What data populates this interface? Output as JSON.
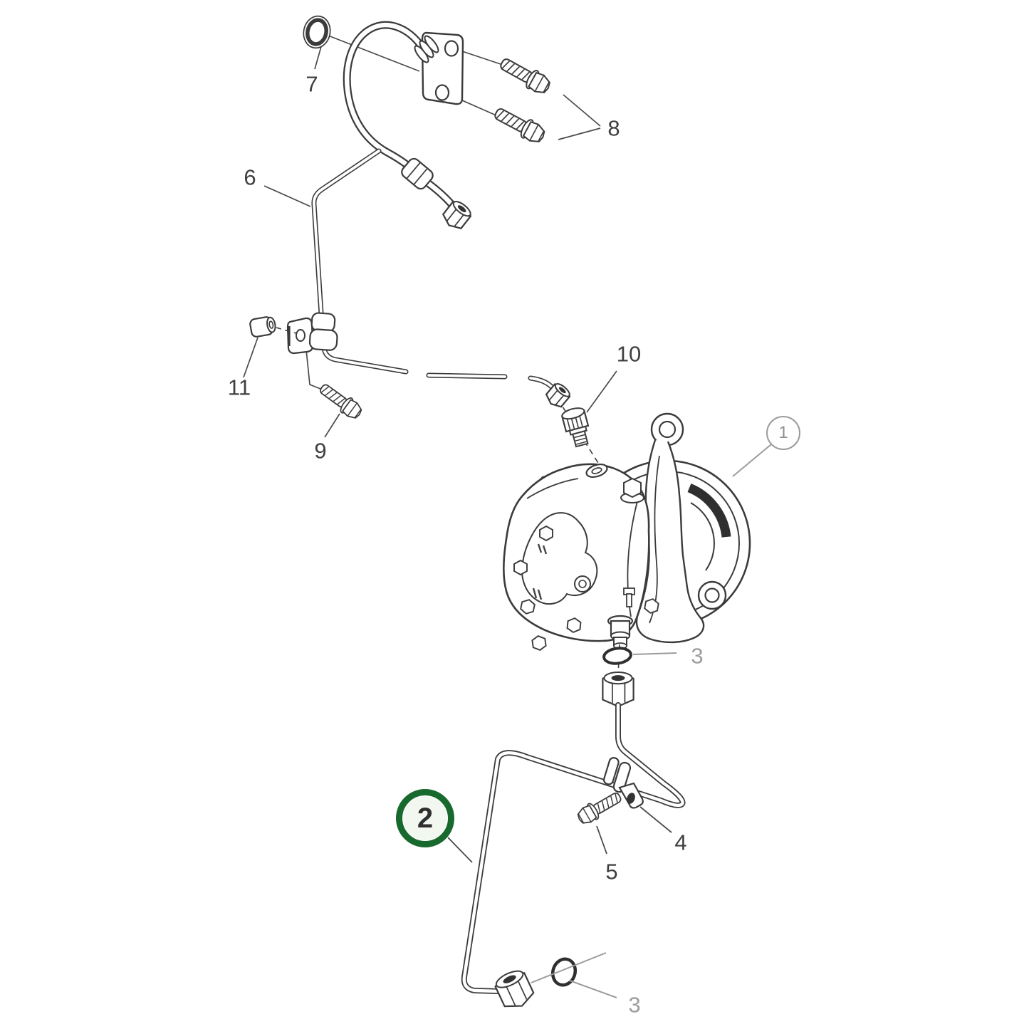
{
  "diagram": {
    "kind": "exploded-parts-diagram",
    "background": "#ffffff",
    "line_color": "#3b3b3b",
    "muted_color": "#9c9c9c",
    "highlight_ring_color": "#17692d",
    "highlight_fill_color": "#f2f7f0"
  },
  "callouts": [
    {
      "label": "1",
      "style": "circle-muted"
    },
    {
      "label": "2",
      "style": "circle-green"
    },
    {
      "label": "3",
      "style": "muted"
    },
    {
      "label": "3",
      "style": "muted"
    },
    {
      "label": "4",
      "style": "plain"
    },
    {
      "label": "5",
      "style": "plain"
    },
    {
      "label": "6",
      "style": "plain"
    },
    {
      "label": "7",
      "style": "plain"
    },
    {
      "label": "8",
      "style": "plain"
    },
    {
      "label": "9",
      "style": "plain"
    },
    {
      "label": "10",
      "style": "plain"
    },
    {
      "label": "11",
      "style": "plain"
    }
  ]
}
